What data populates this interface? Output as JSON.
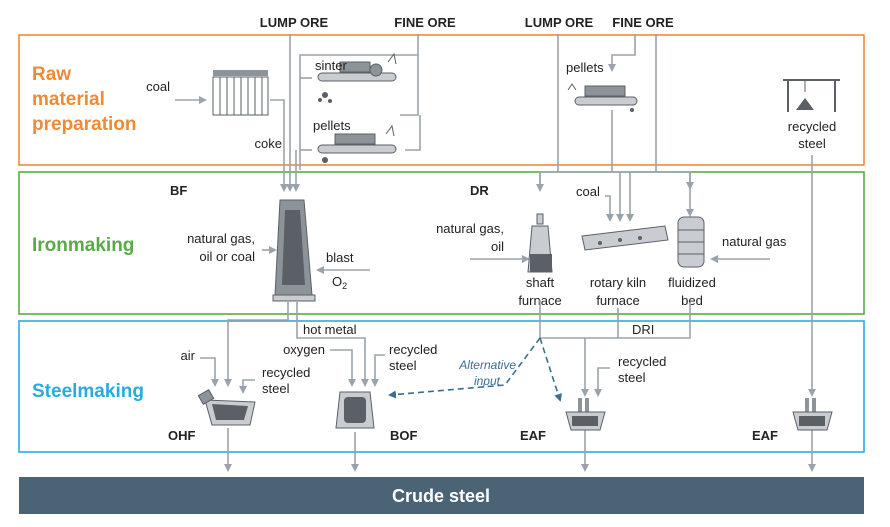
{
  "colors": {
    "raw": "#f08a35",
    "iron": "#5aab45",
    "steel": "#29abe2",
    "flow": "#9aa3ab",
    "alt": "#3a6f8f",
    "bar": "#4a6476"
  },
  "inputs": {
    "lump_ore_left": "LUMP ORE",
    "fine_ore_left": "FINE ORE",
    "lump_ore_right": "LUMP ORE",
    "fine_ore_right": "FINE ORE"
  },
  "sections": {
    "raw": {
      "line1": "Raw",
      "line2": "material",
      "line3": "preparation"
    },
    "iron": {
      "label": "Ironmaking"
    },
    "steel": {
      "label": "Steelmaking"
    }
  },
  "raw": {
    "coal": "coal",
    "coke": "coke",
    "sinter": "sinter",
    "pellets_left": "pellets",
    "pellets_right": "pellets",
    "recycled_steel_1": "recycled",
    "recycled_steel_2": "steel"
  },
  "iron": {
    "bf": "BF",
    "dr": "DR",
    "ng_oil_coal_1": "natural gas,",
    "ng_oil_coal_2": "oil or coal",
    "blast": "blast",
    "o2": "O",
    "o2_sub": "2",
    "ng_oil_1": "natural gas,",
    "ng_oil_2": "oil",
    "coal": "coal",
    "natural_gas": "natural gas",
    "shaft_1": "shaft",
    "shaft_2": "furnace",
    "kiln_1": "rotary kiln",
    "kiln_2": "furnace",
    "fluid_1": "fluidized",
    "fluid_2": "bed"
  },
  "steel": {
    "hot_metal": "hot metal",
    "dri": "DRI",
    "air": "air",
    "oxygen": "oxygen",
    "ohf_recycled_1": "recycled",
    "ohf_recycled_2": "steel",
    "bof_recycled_1": "recycled",
    "bof_recycled_2": "steel",
    "eaf_recycled_1": "recycled",
    "eaf_recycled_2": "steel",
    "alt_1": "Alternative",
    "alt_2": "input",
    "ohf": "OHF",
    "bof": "BOF",
    "eaf1": "EAF",
    "eaf2": "EAF"
  },
  "output": {
    "crude_steel": "Crude steel"
  }
}
